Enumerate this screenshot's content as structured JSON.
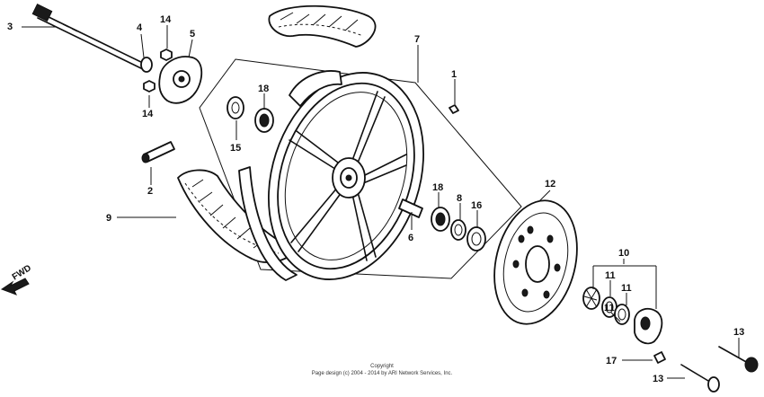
{
  "callouts": [
    "3",
    "4",
    "14",
    "5",
    "14",
    "18",
    "15",
    "2",
    "9",
    "7",
    "1",
    "18",
    "8",
    "16",
    "6",
    "12",
    "10",
    "11",
    "11",
    "11",
    "13",
    "17",
    "13"
  ],
  "fwd_label": "FWD",
  "copyright": {
    "line1": "Copyright",
    "line2": "Page design (c) 2004 - 2014 by ARI Network Services, Inc."
  }
}
